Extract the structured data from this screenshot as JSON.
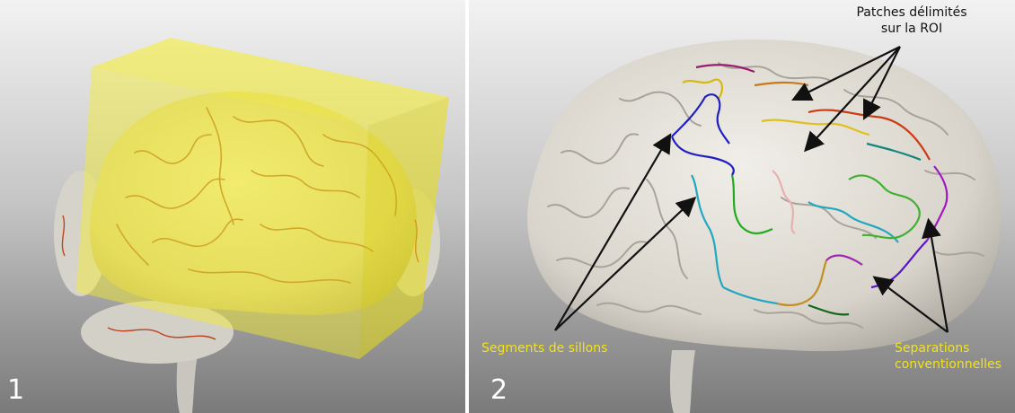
{
  "panels": [
    {
      "number": "1"
    },
    {
      "number": "2"
    }
  ],
  "annotations": {
    "patches_line1": "Patches délimités",
    "patches_line2": "sur la ROI",
    "segments": "Segments de sillons",
    "separations_line1": "Separations",
    "separations_line2": "conventionnelles"
  },
  "colors": {
    "roi_box": "#f5ee2a",
    "brain_surface": "#e3e0d8",
    "label_yellow": "#f2e21a",
    "arrow": "#111111"
  }
}
